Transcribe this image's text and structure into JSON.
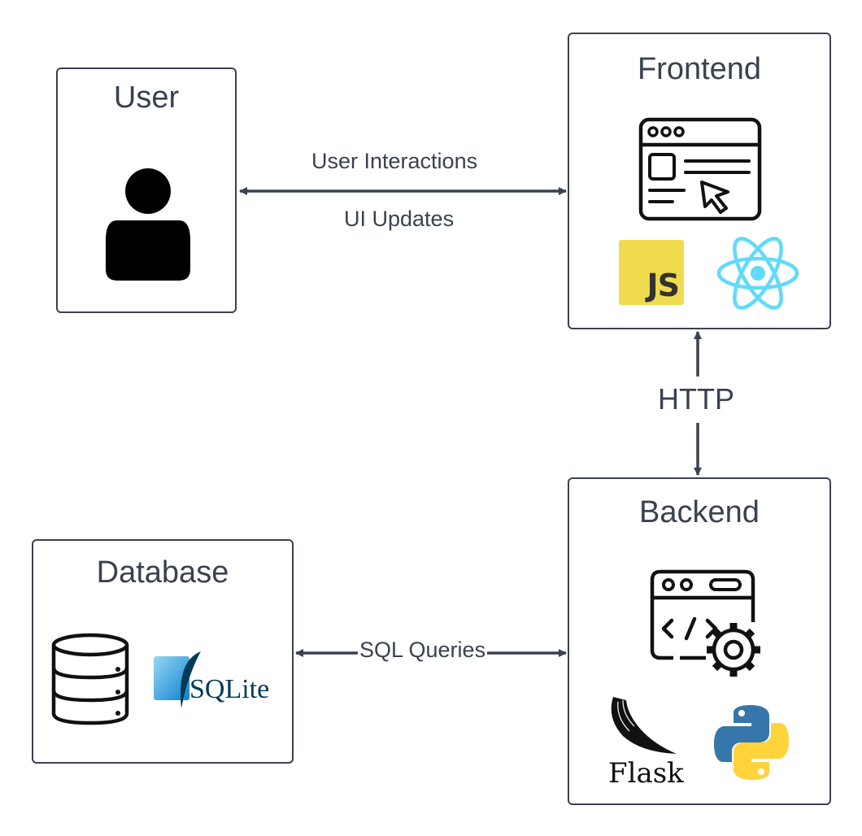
{
  "nodes": {
    "user": {
      "title": "User"
    },
    "frontend": {
      "title": "Frontend",
      "js_badge": "JS"
    },
    "backend": {
      "title": "Backend",
      "flask_wordmark": "Flask"
    },
    "database": {
      "title": "Database",
      "sqlite_wordmark": "SQLite"
    }
  },
  "edges": {
    "user_frontend": {
      "top_label": "User Interactions",
      "bottom_label": "UI Updates"
    },
    "frontend_backend": {
      "label": "HTTP"
    },
    "database_backend": {
      "label": "SQL Queries"
    }
  },
  "colors": {
    "stroke": "#3a4150",
    "js_yellow": "#f0db4f",
    "react_cyan": "#61dafb",
    "sqlite_blue": "#0f80cc",
    "python_blue": "#3776ab",
    "python_yellow": "#ffd43b"
  },
  "icons": [
    "person-icon",
    "browser-window-icon",
    "javascript-logo",
    "react-logo",
    "code-settings-icon",
    "flask-logo",
    "python-logo",
    "database-icon",
    "sqlite-logo"
  ]
}
